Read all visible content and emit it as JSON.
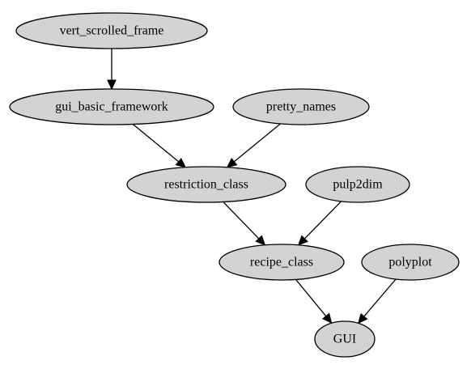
{
  "diagram": {
    "type": "directed-graph",
    "node_fill": "#d3d3d3",
    "stroke_color": "#000000",
    "nodes": [
      {
        "id": "vert_scrolled_frame",
        "label": "vert_scrolled_frame"
      },
      {
        "id": "gui_basic_framework",
        "label": "gui_basic_framework"
      },
      {
        "id": "pretty_names",
        "label": "pretty_names"
      },
      {
        "id": "restriction_class",
        "label": "restriction_class"
      },
      {
        "id": "pulp2dim",
        "label": "pulp2dim"
      },
      {
        "id": "recipe_class",
        "label": "recipe_class"
      },
      {
        "id": "polyplot",
        "label": "polyplot"
      },
      {
        "id": "GUI",
        "label": "GUI"
      }
    ],
    "edges": [
      {
        "from": "vert_scrolled_frame",
        "to": "gui_basic_framework"
      },
      {
        "from": "gui_basic_framework",
        "to": "restriction_class"
      },
      {
        "from": "pretty_names",
        "to": "restriction_class"
      },
      {
        "from": "restriction_class",
        "to": "recipe_class"
      },
      {
        "from": "pulp2dim",
        "to": "recipe_class"
      },
      {
        "from": "recipe_class",
        "to": "GUI"
      },
      {
        "from": "polyplot",
        "to": "GUI"
      }
    ]
  }
}
